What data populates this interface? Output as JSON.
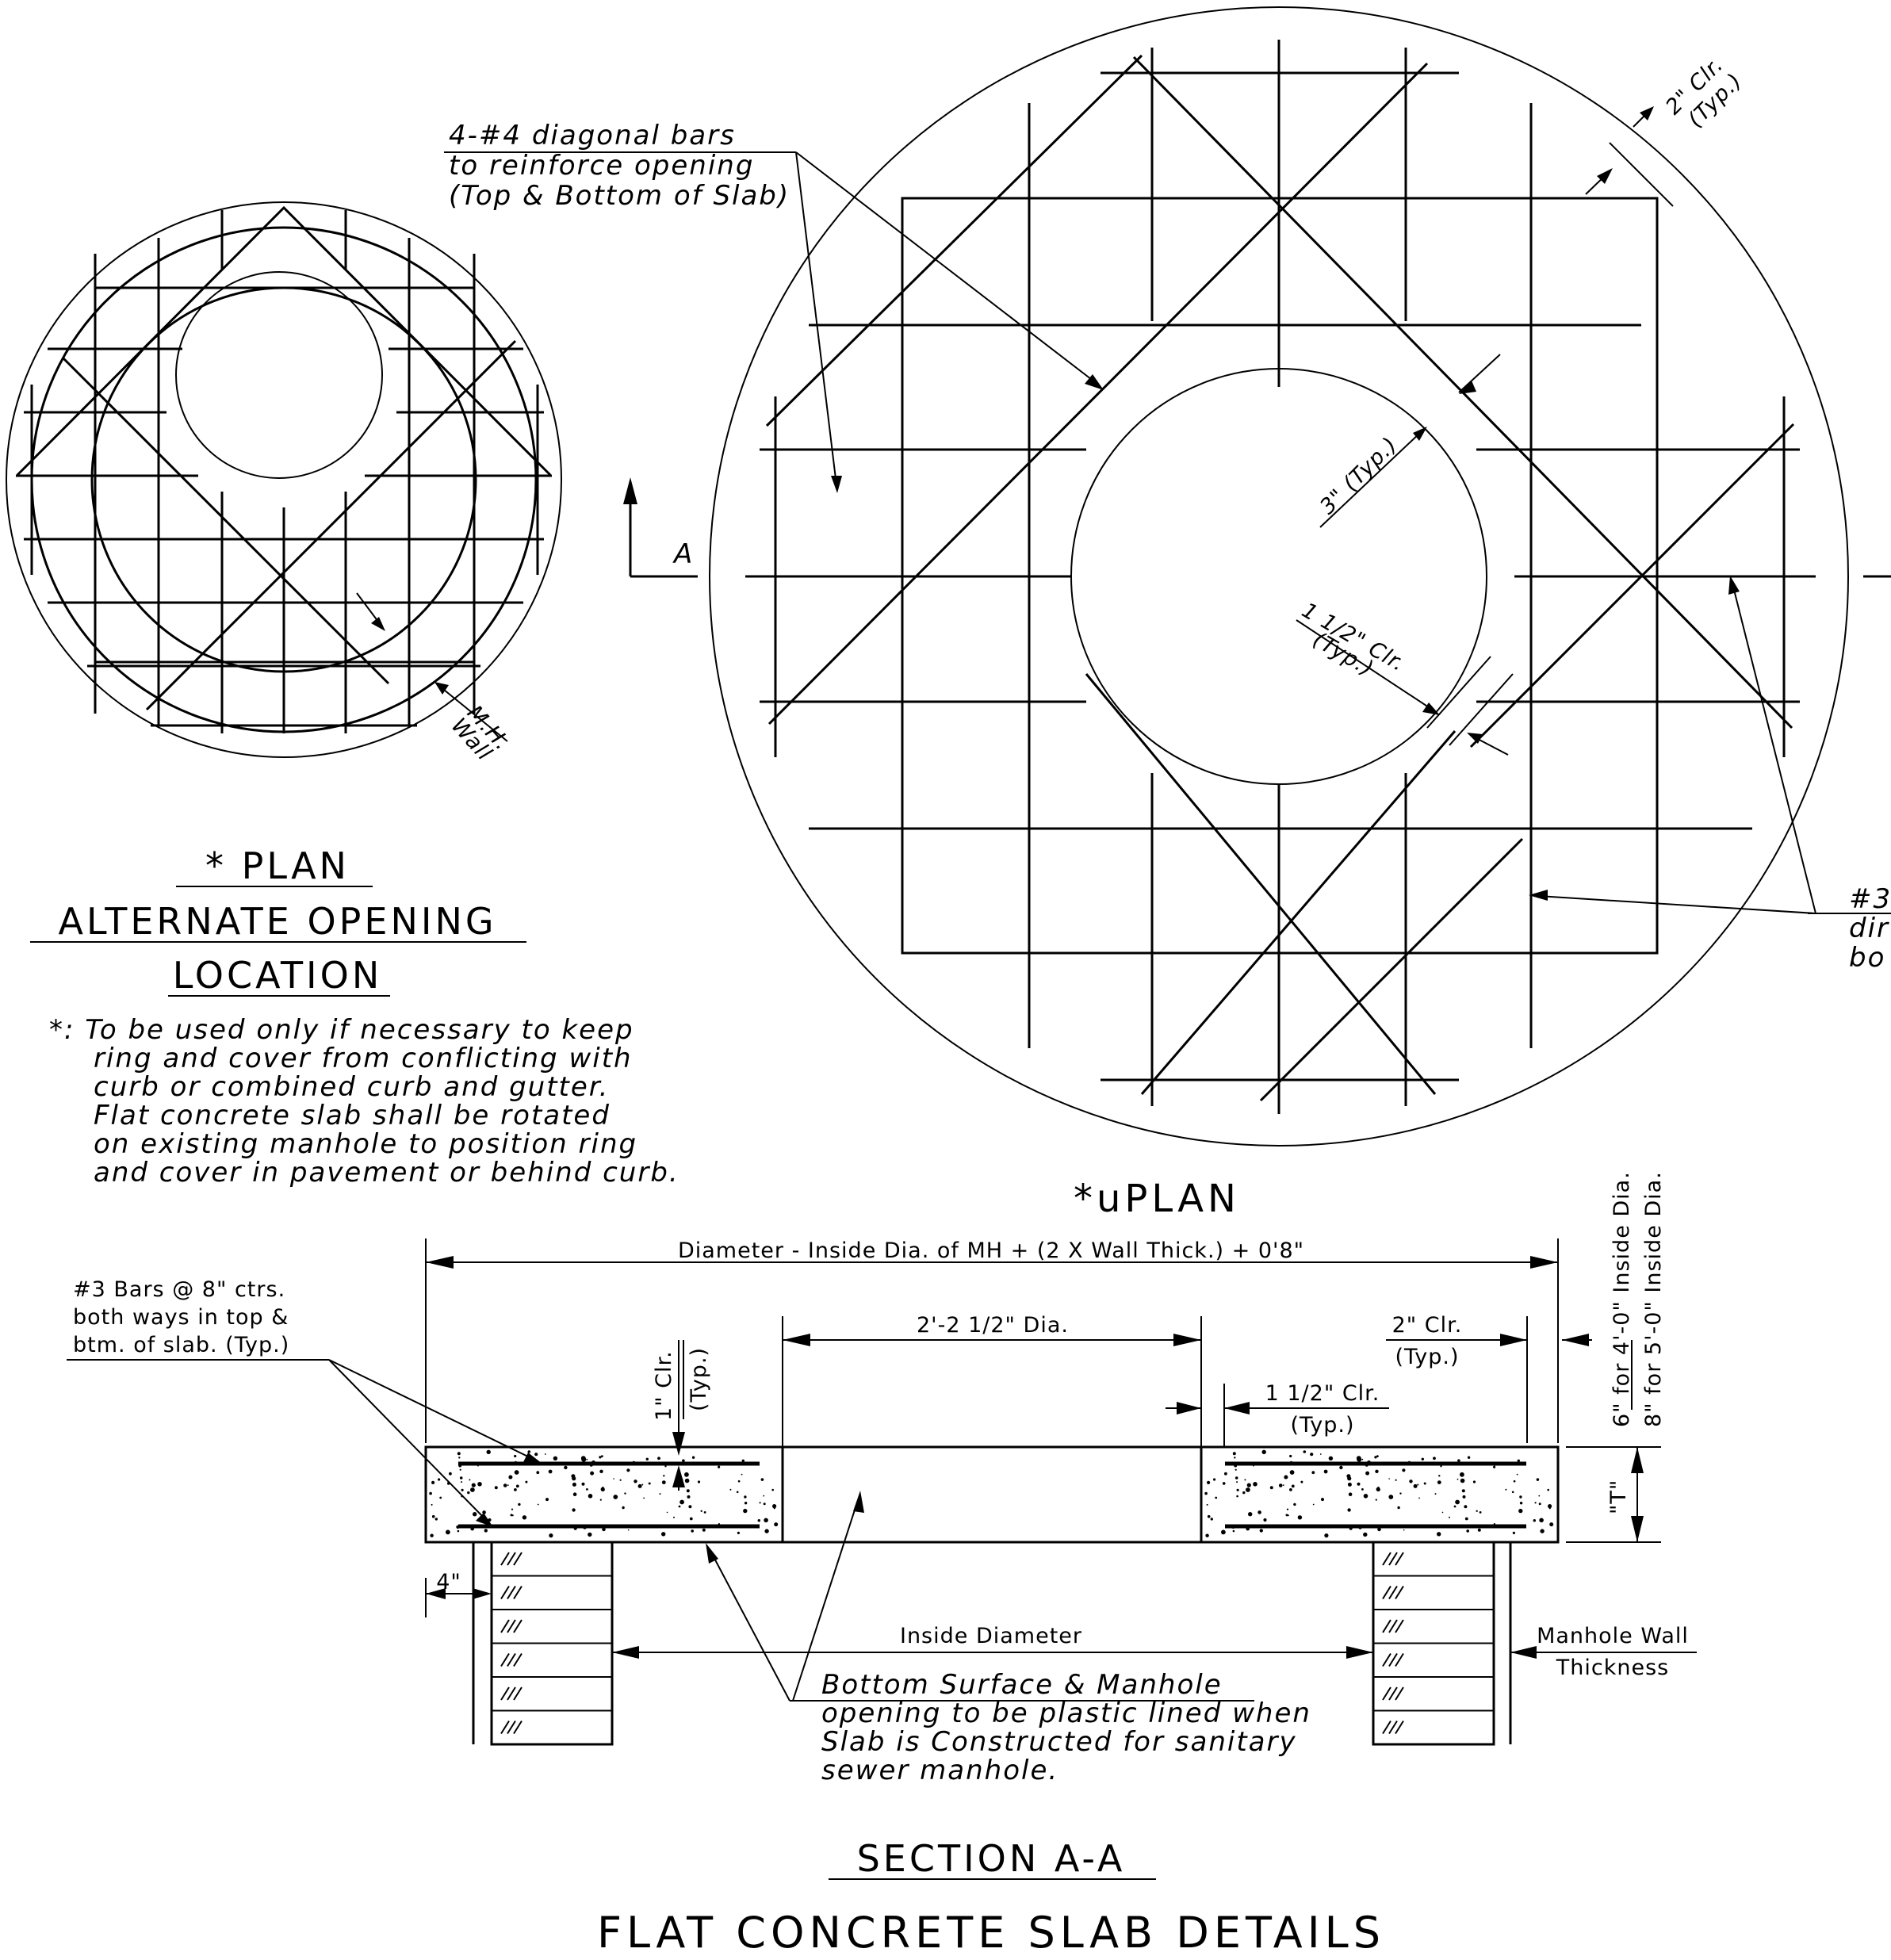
{
  "plan_left": {
    "title": "* PLAN",
    "subtitle_1": "ALTERNATE OPENING",
    "subtitle_2": "LOCATION",
    "wall_label_1": "M.H.",
    "wall_label_2": "Wall",
    "note_lines": [
      "*: To be used only if necessary to keep",
      "ring and cover from conflicting with",
      "curb or combined curb and gutter.",
      "Flat concrete slab shall be rotated",
      "on existing manhole to position ring",
      "and cover in pavement or behind curb."
    ]
  },
  "plan_main": {
    "title": "*uPLAN",
    "diag_note": [
      "4-#4 diagonal bars",
      "to reinforce opening",
      "(Top & Bottom of Slab)"
    ],
    "clr_2in": [
      "2\" Clr.",
      "(Typ.)"
    ],
    "dim_3in": "3\" (Typ.)",
    "clr_1_5in": [
      "1 1/2\" Clr.",
      "(Typ.)"
    ],
    "section_mark": "A",
    "rebar_note": [
      "#3",
      "dir",
      "bo"
    ]
  },
  "section": {
    "title": "SECTION A-A",
    "diameter_dim": "Diameter - Inside Dia. of MH + (2 X Wall Thick.) + 0'8\"",
    "opening_dim": "2'-2 1/2\" Dia.",
    "clr_2in": [
      "2\" Clr.",
      "(Typ.)"
    ],
    "clr_1_5in": [
      "1 1/2\" Clr.",
      "(Typ.)"
    ],
    "clr_1in": [
      "1\" Clr.",
      "(Typ.)"
    ],
    "bars_note": [
      "#3 Bars @ 8\" ctrs.",
      "both ways in top &",
      "btm. of slab. (Typ.)"
    ],
    "thickness_1": "6\" for 4'-0\" Inside Dia.",
    "thickness_2": "8\" for 5'-0\" Inside Dia.",
    "t_label": "\"T\"",
    "offset_4in": "4\"",
    "inside_diameter": "Inside Diameter",
    "wall_thickness": [
      "Manhole Wall",
      "Thickness"
    ],
    "liner_note": [
      "Bottom Surface & Manhole",
      "opening to be plastic lined when",
      "Slab is Constructed for sanitary",
      "sewer manhole."
    ]
  },
  "sheet_title": "FLAT CONCRETE SLAB DETAILS"
}
